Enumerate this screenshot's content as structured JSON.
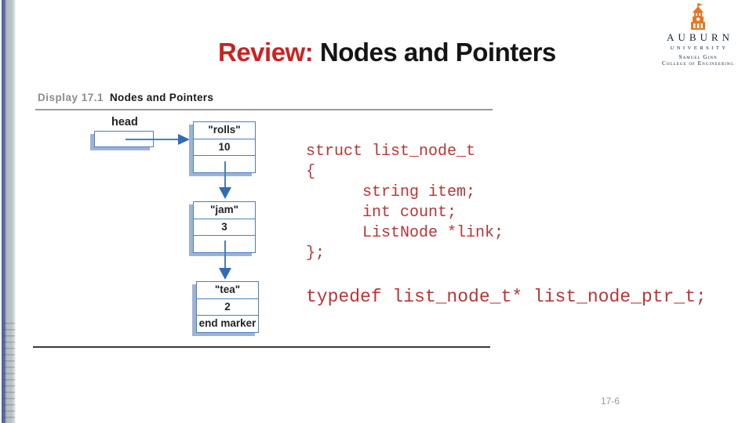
{
  "slide": {
    "title_highlight": "Review:",
    "title_rest": " Nodes and Pointers",
    "page_number": "17-6",
    "accent_red": "#cc2222"
  },
  "logo": {
    "university": "AUBURN",
    "university_sub": "UNIVERSITY",
    "college_line1": "Samuel Ginn",
    "college_line2": "College of Engineering",
    "orange": "#E87722",
    "navy": "#0C2340"
  },
  "figure": {
    "label": "Display 17.1",
    "caption": "Nodes and Pointers",
    "head_label": "head",
    "box_border_color": "#4a7ebc",
    "shadow_color": "#9db3d6",
    "arrow_color": "#2f6db5",
    "nodes": [
      {
        "item": "\"rolls\"",
        "count": "10",
        "third": ""
      },
      {
        "item": "\"jam\"",
        "count": "3",
        "third": ""
      },
      {
        "item": "\"tea\"",
        "count": "2",
        "third": "end marker"
      }
    ]
  },
  "code": {
    "color": "#b73636",
    "struct_block": "struct list_node_t\n{\n      string item;\n      int count;\n      ListNode *link;\n};",
    "typedef_line": "typedef list_node_t* list_node_ptr_t;"
  }
}
